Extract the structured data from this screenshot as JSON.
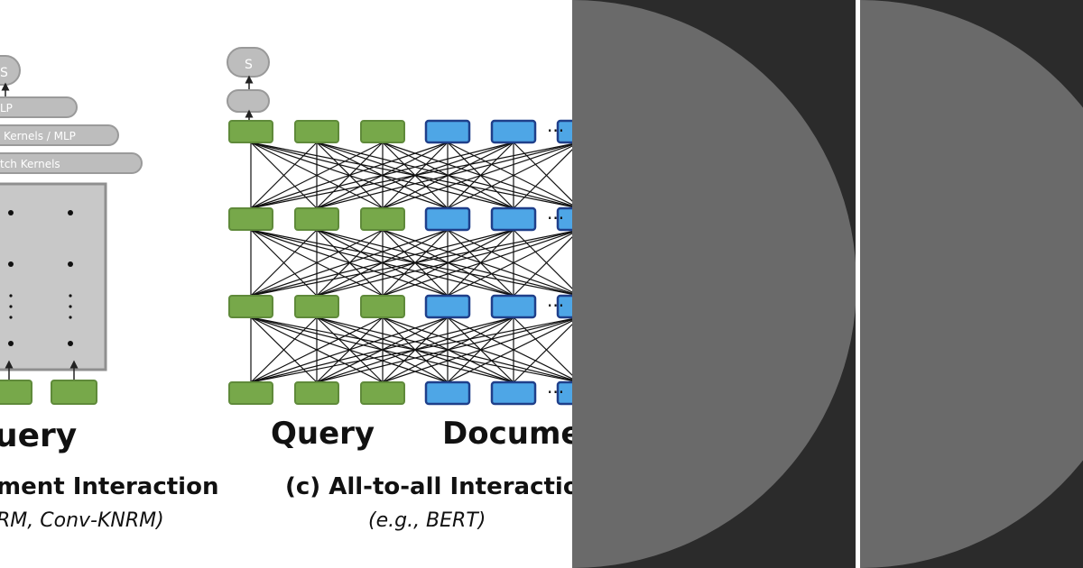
{
  "left_panel": {
    "score_label": "S",
    "layer_labels": [
      "LP",
      "Kernels / MLP",
      "tch Kernels"
    ],
    "query_label": "uery",
    "caption": "ment Interaction",
    "subcaption": "RM, Conv-KNRM)"
  },
  "right_panel": {
    "score_label": "S",
    "query_label": "Query",
    "document_label": "Docume",
    "caption": "(c) All-to-all Interaction",
    "subcaption": "(e.g., BERT)",
    "ellipsis": "···"
  },
  "colors": {
    "query_green": "#77a84a",
    "query_green_border": "#5f8a3a",
    "doc_blue": "#4ea6e6",
    "doc_blue_border": "#1f3f8a",
    "pill_gray": "#bdbdbd",
    "box_gray": "#c8c8c8",
    "dark_bg": "#2b2b2b",
    "circle_gray": "#6a6a6a"
  }
}
